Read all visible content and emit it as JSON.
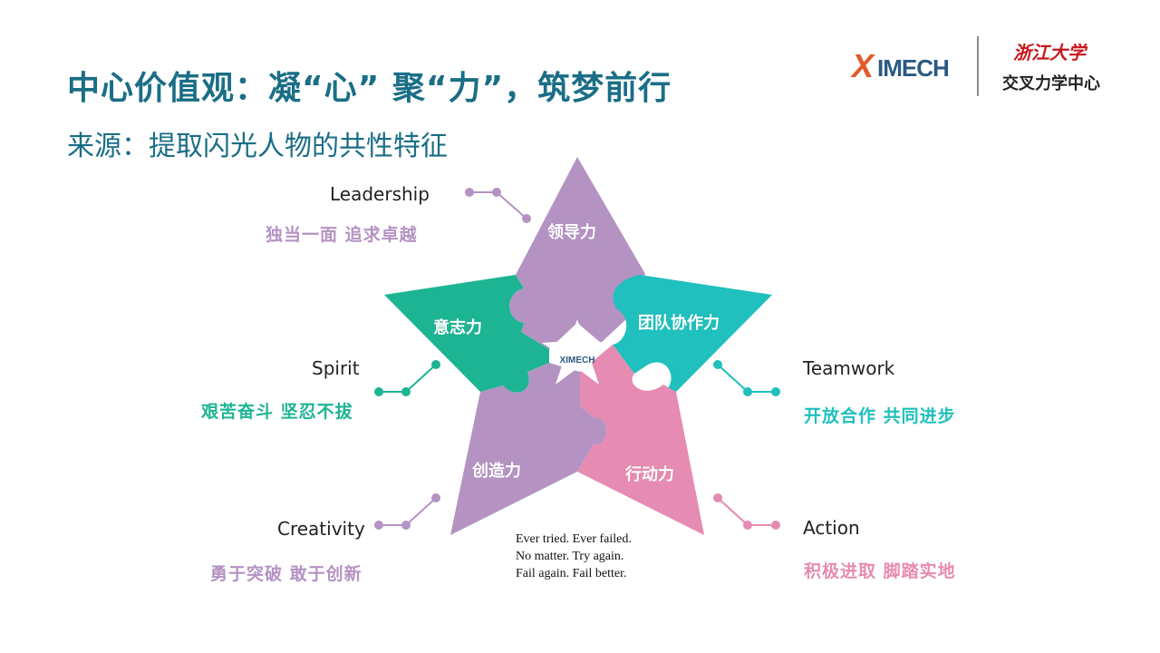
{
  "header": {
    "title": "中心价值观：凝“心” 聚“力”，筑梦前行",
    "subtitle": "来源：提取闪光人物的共性特征"
  },
  "logo": {
    "x_letter": "X",
    "mech_text": "IMECH",
    "university": "浙江大学",
    "center": "交叉力学中心"
  },
  "star": {
    "center_logo": "XIMECH",
    "pieces": [
      {
        "label": "领导力",
        "color": "#b493c3"
      },
      {
        "label": "团队协作力",
        "color": "#1fc0bd"
      },
      {
        "label": "行动力",
        "color": "#e68bb1"
      },
      {
        "label": "创造力",
        "color": "#b493c3"
      },
      {
        "label": "意志力",
        "color": "#1db493"
      }
    ]
  },
  "values": [
    {
      "en": "Leadership",
      "cn": "独当一面  追求卓越",
      "color": "#b493c3"
    },
    {
      "en": "Spirit",
      "cn": "艰苦奋斗  坚忍不拔",
      "color": "#1db493"
    },
    {
      "en": "Creativity",
      "cn": "勇于突破  敢于创新",
      "color": "#b493c3"
    },
    {
      "en": "Teamwork",
      "cn": "开放合作  共同进步",
      "color": "#1fc0bd"
    },
    {
      "en": "Action",
      "cn": "积极进取  脚踏实地",
      "color": "#e68bb1"
    }
  ],
  "quote": [
    "Ever tried. Ever failed.",
    "No matter. Try again.",
    "Fail again. Fail better."
  ]
}
